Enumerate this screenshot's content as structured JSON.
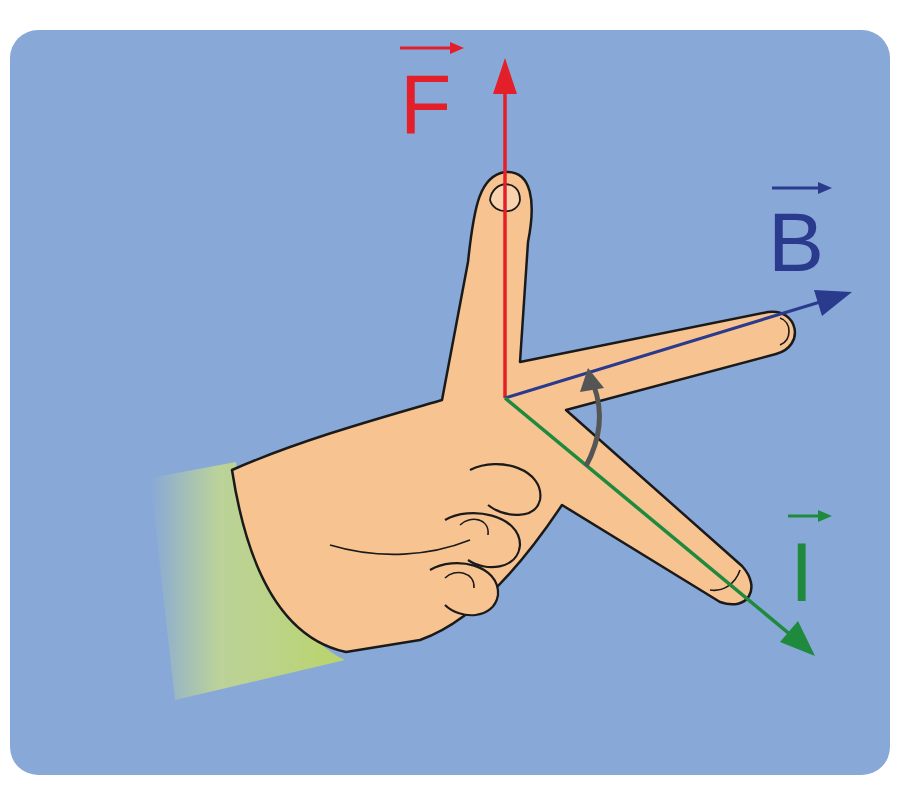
{
  "diagram": {
    "labels": [
      "F",
      "B",
      "I"
    ]
  }
}
